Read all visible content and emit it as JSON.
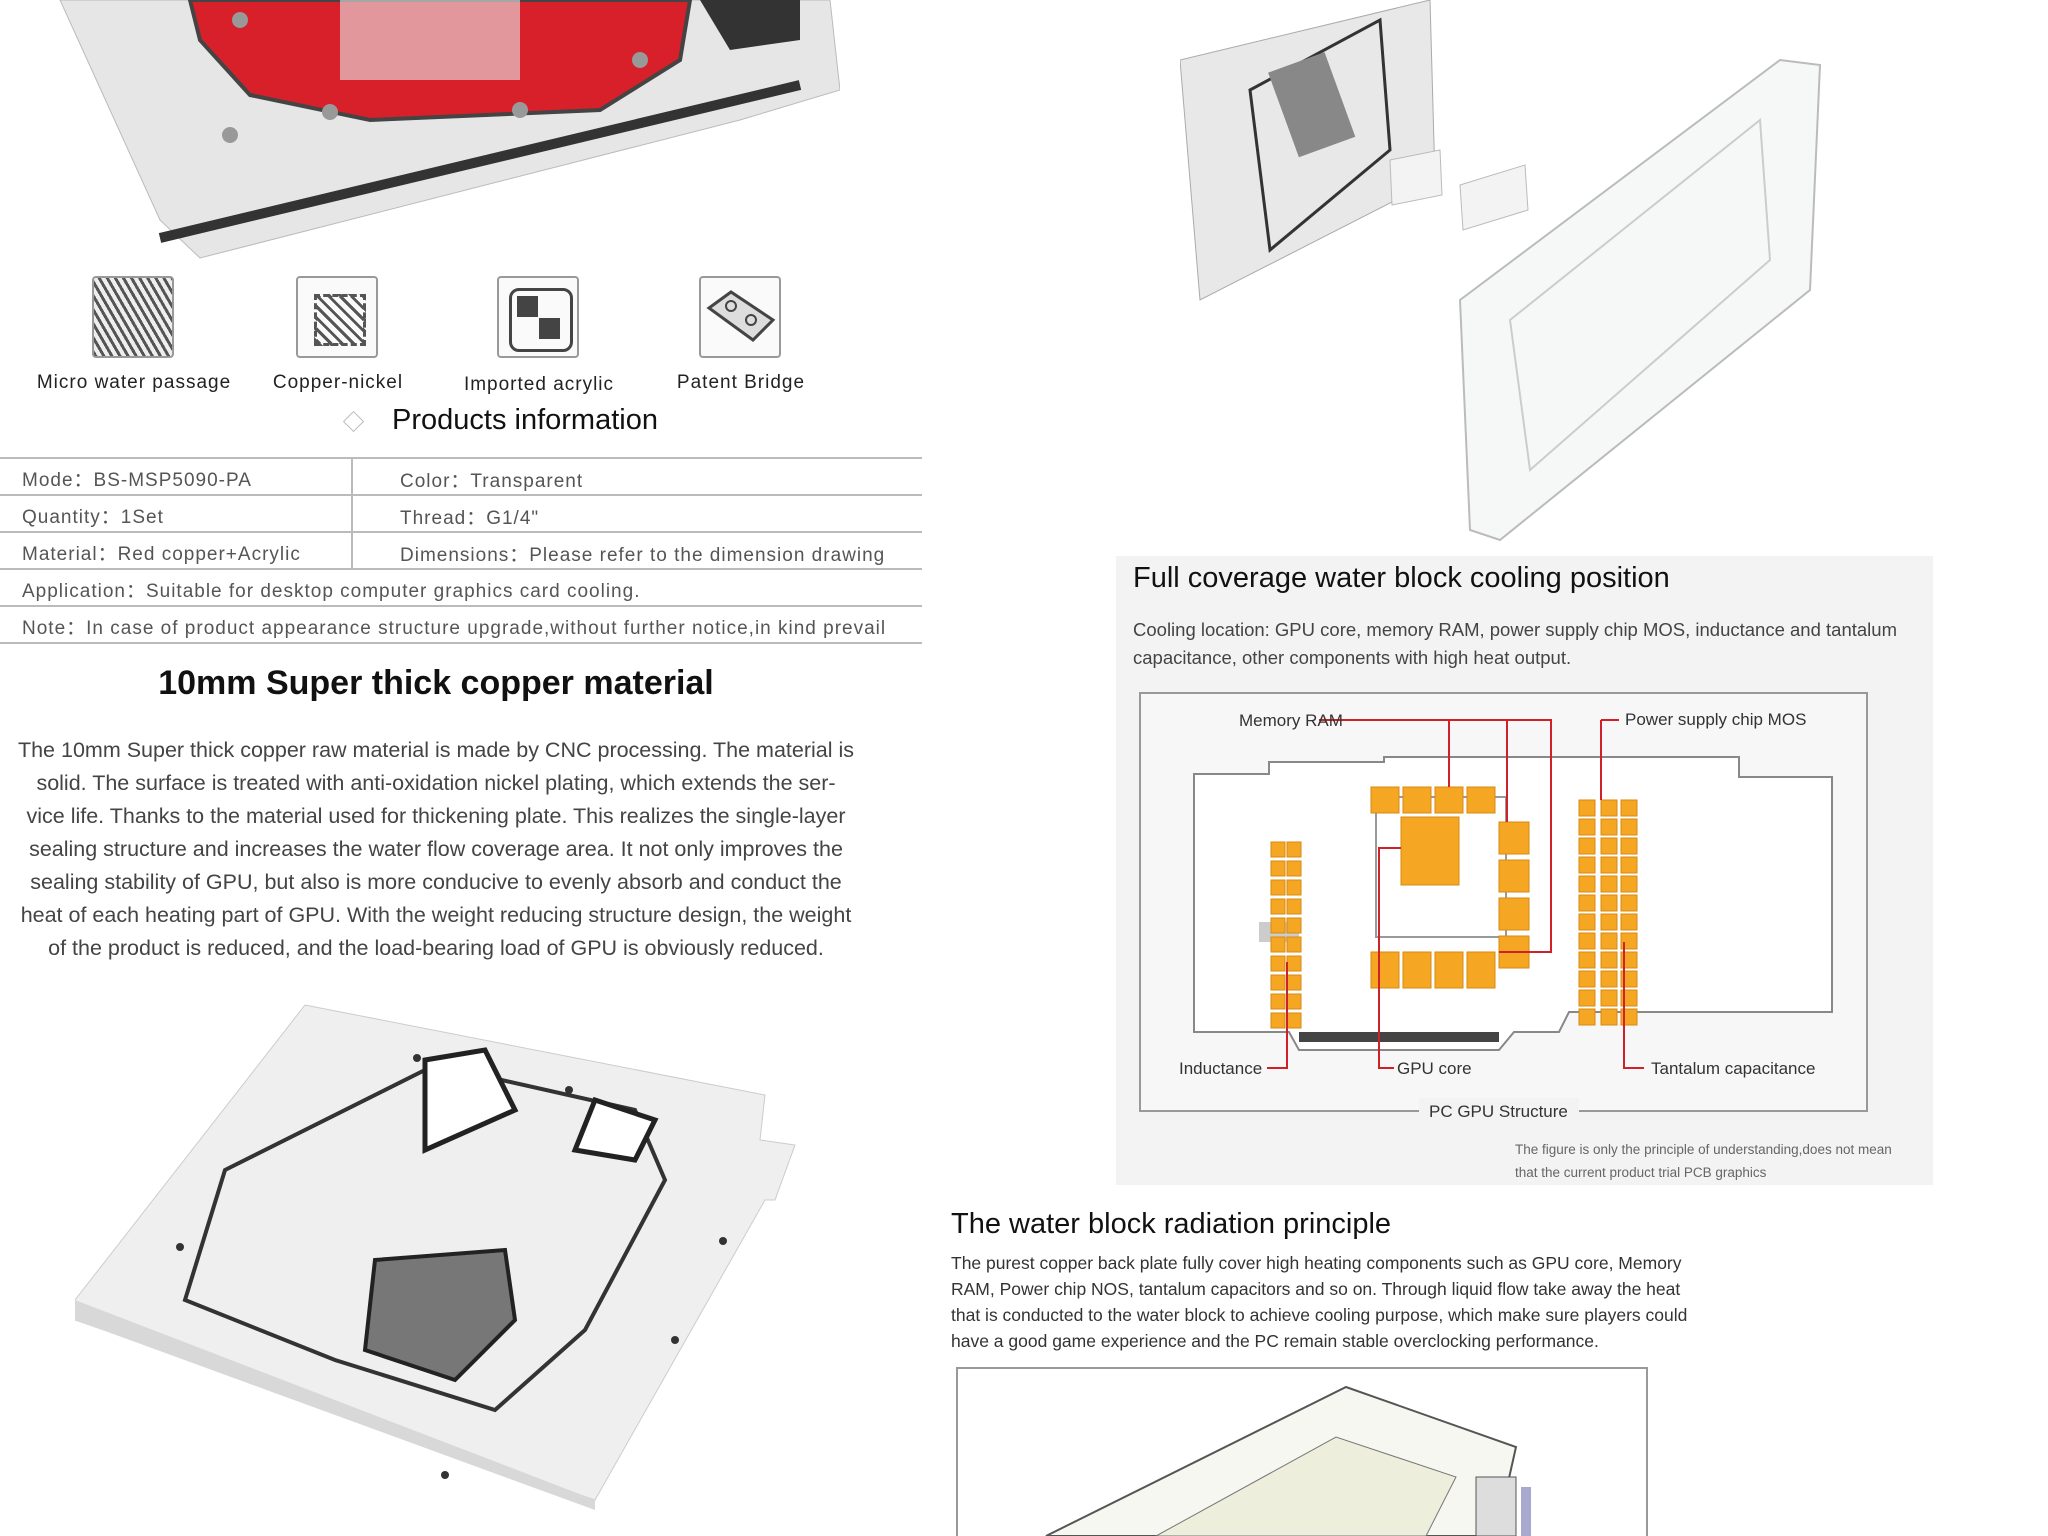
{
  "features": [
    {
      "label": "Micro water passage",
      "icon": "wavy-lines-icon"
    },
    {
      "label": "Copper-nickel",
      "icon": "copper-texture-icon"
    },
    {
      "label": "Imported acrylic",
      "icon": "checker-squares-icon"
    },
    {
      "label": "Patent Bridge",
      "icon": "bridge-block-icon"
    }
  ],
  "products_info": {
    "heading": "Products information",
    "rows": [
      [
        "Mode：BS-MSP5090-PA",
        "Color：Transparent"
      ],
      [
        "Quantity：1Set",
        "Thread：G1/4\""
      ],
      [
        "Material：Red copper+Acrylic",
        "Dimensions：Please refer to the dimension drawing"
      ],
      [
        "Application：Suitable for desktop computer graphics card cooling."
      ],
      [
        "Note：In case of product appearance structure upgrade,without further notice,in kind prevail"
      ]
    ]
  },
  "copper_section": {
    "heading": "10mm Super thick copper material",
    "lines": [
      "The 10mm Super thick copper raw material is made by CNC processing. The material is",
      "solid. The surface is treated with anti-oxidation nickel plating, which extends the ser-",
      "vice life. Thanks to the material used for thickening plate. This realizes the single-layer",
      "sealing structure and increases the water flow coverage area. It not only improves the",
      "sealing stability of GPU, but also is more conducive to evenly absorb and conduct the",
      "heat of each heating part of GPU. With the weight reducing structure design, the weight",
      "of the product is reduced, and the load-bearing load of GPU is obviously reduced."
    ]
  },
  "cooling_section": {
    "heading": "Full coverage water block cooling position",
    "lines": [
      "Cooling location: GPU core, memory RAM, power supply chip MOS, inductance and tantalum",
      "capacitance, other components with high heat output."
    ],
    "diagram": {
      "title": "PC GPU Structure",
      "labels": {
        "memory": "Memory RAM",
        "mos": "Power supply chip MOS",
        "inductance": "Inductance",
        "gpu": "GPU core",
        "tantalum": "Tantalum capacitance"
      },
      "colors": {
        "component": "#f5a623",
        "leader": "#d0202a"
      }
    },
    "note_lines": [
      "The figure is only the principle of understanding,does not mean",
      "that the current product trial PCB graphics"
    ]
  },
  "radiation_section": {
    "heading": "The water block radiation principle",
    "lines": [
      "The purest copper back plate fully cover high heating components such as GPU core, Memory",
      "RAM, Power chip NOS, tantalum capacitors and so on. Through liquid flow take away the heat",
      "that is conducted to the water block to achieve cooling purpose, which make sure players could",
      "have a good game experience and the PC remain stable overclocking performance."
    ]
  }
}
